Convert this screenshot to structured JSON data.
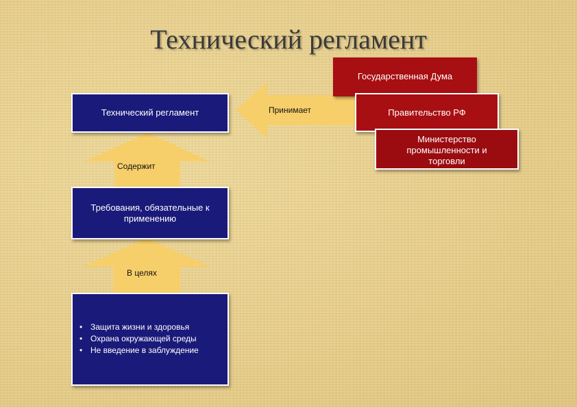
{
  "slide": {
    "title": "Технический регламент"
  },
  "boxes": {
    "regulation": "Технический регламент",
    "requirements": "Требования, обязательные к применению",
    "goals": [
      "Защита жизни и здоровья",
      "Охрана окружающей среды",
      "Не введение в заблуждение"
    ]
  },
  "authorities": {
    "duma": "Государственная Дума",
    "government": "Правительство РФ",
    "ministry": "Министерство промышленности и торговли"
  },
  "arrows": {
    "adopts": "Принимает",
    "contains": "Содержит",
    "purpose": "В целях"
  },
  "colors": {
    "background": "#e6cf8e",
    "box_blue": "#1a1a7a",
    "box_red": "#a80f12",
    "arrow_fill": "#f7cf6a"
  }
}
